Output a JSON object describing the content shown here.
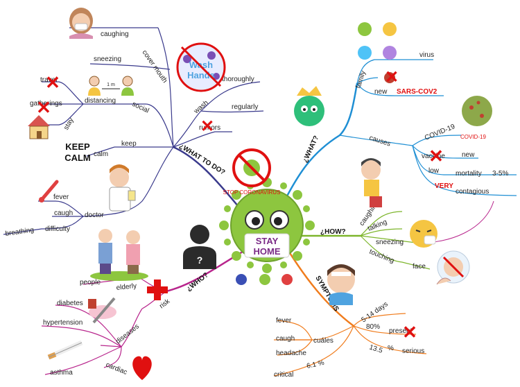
{
  "center": {
    "line1": "STAY",
    "line2": "HOME"
  },
  "branches": {
    "what_to_do": "¿WHAT TO DO?",
    "what": "¿WHAT?",
    "how": "¿HOW?",
    "who": "¿WHO?",
    "symptoms": "SYMPTOMS"
  },
  "what_to_do": {
    "cover_mouth": "cover mouth",
    "coughing": "caughing",
    "sneezing": "sneezing",
    "social": "social",
    "distancing": "distancing",
    "one_meter": "1 m",
    "travel": "travel",
    "gatherings": "gatherings",
    "stay": "stay",
    "wash": "wash",
    "thoroughly": "thoroughly",
    "regularly": "regularly",
    "rumors": "rumors",
    "keep": "keep",
    "calm": "calm",
    "keep_sign_1": "KEEP",
    "keep_sign_2": "CALM",
    "wash_sign_1": "Wash",
    "wash_sign_2": "Hands",
    "doctor": "doctor",
    "fever": "fever",
    "caugh": "caugh",
    "difficulty": "difficulty",
    "breathing": "breathing",
    "stop_coronavirus": "STOP CORONAVIRUS"
  },
  "what": {
    "family": "family",
    "virus": "virus",
    "new": "new",
    "sars": "SARS-COV2",
    "causes": "causes",
    "covid19": "COVID-19",
    "covid19_red": "COVID-19",
    "vaccine": "vaccine",
    "vaccine_new": "new",
    "low": "low",
    "mortality": "mortality",
    "mortality_val": "3-5%",
    "very": "VERY",
    "contagious": "contagious"
  },
  "how": {
    "caughing": "caughing",
    "talking": "talking",
    "sneezing": "sneezing",
    "touching": "touching",
    "face": "face"
  },
  "who": {
    "people": "people",
    "elderly": "elderly",
    "risk": "risk",
    "diseases": "diseases",
    "diabetes": "diabetes",
    "hypertension": "hypertension",
    "asthma": "asthma",
    "cardiac": "cardiac"
  },
  "symptoms": {
    "days": "5-14 days",
    "pct80": "80%",
    "present": "present",
    "serious_val": "13.5",
    "serious_pct": "%",
    "serious": "serious",
    "cuales": "cuáles",
    "fever": "fever",
    "caugh": "caugh",
    "headache": "headache",
    "critical": "critical",
    "critical_val": "6.1 %"
  },
  "colors": {
    "what_to_do": "#3a3a8c",
    "what": "#1f8fd4",
    "how": "#7db52b",
    "who": "#b8258c",
    "symptoms": "#f07c1d",
    "virus_green": "#8dc63f",
    "red": "#e01010"
  }
}
